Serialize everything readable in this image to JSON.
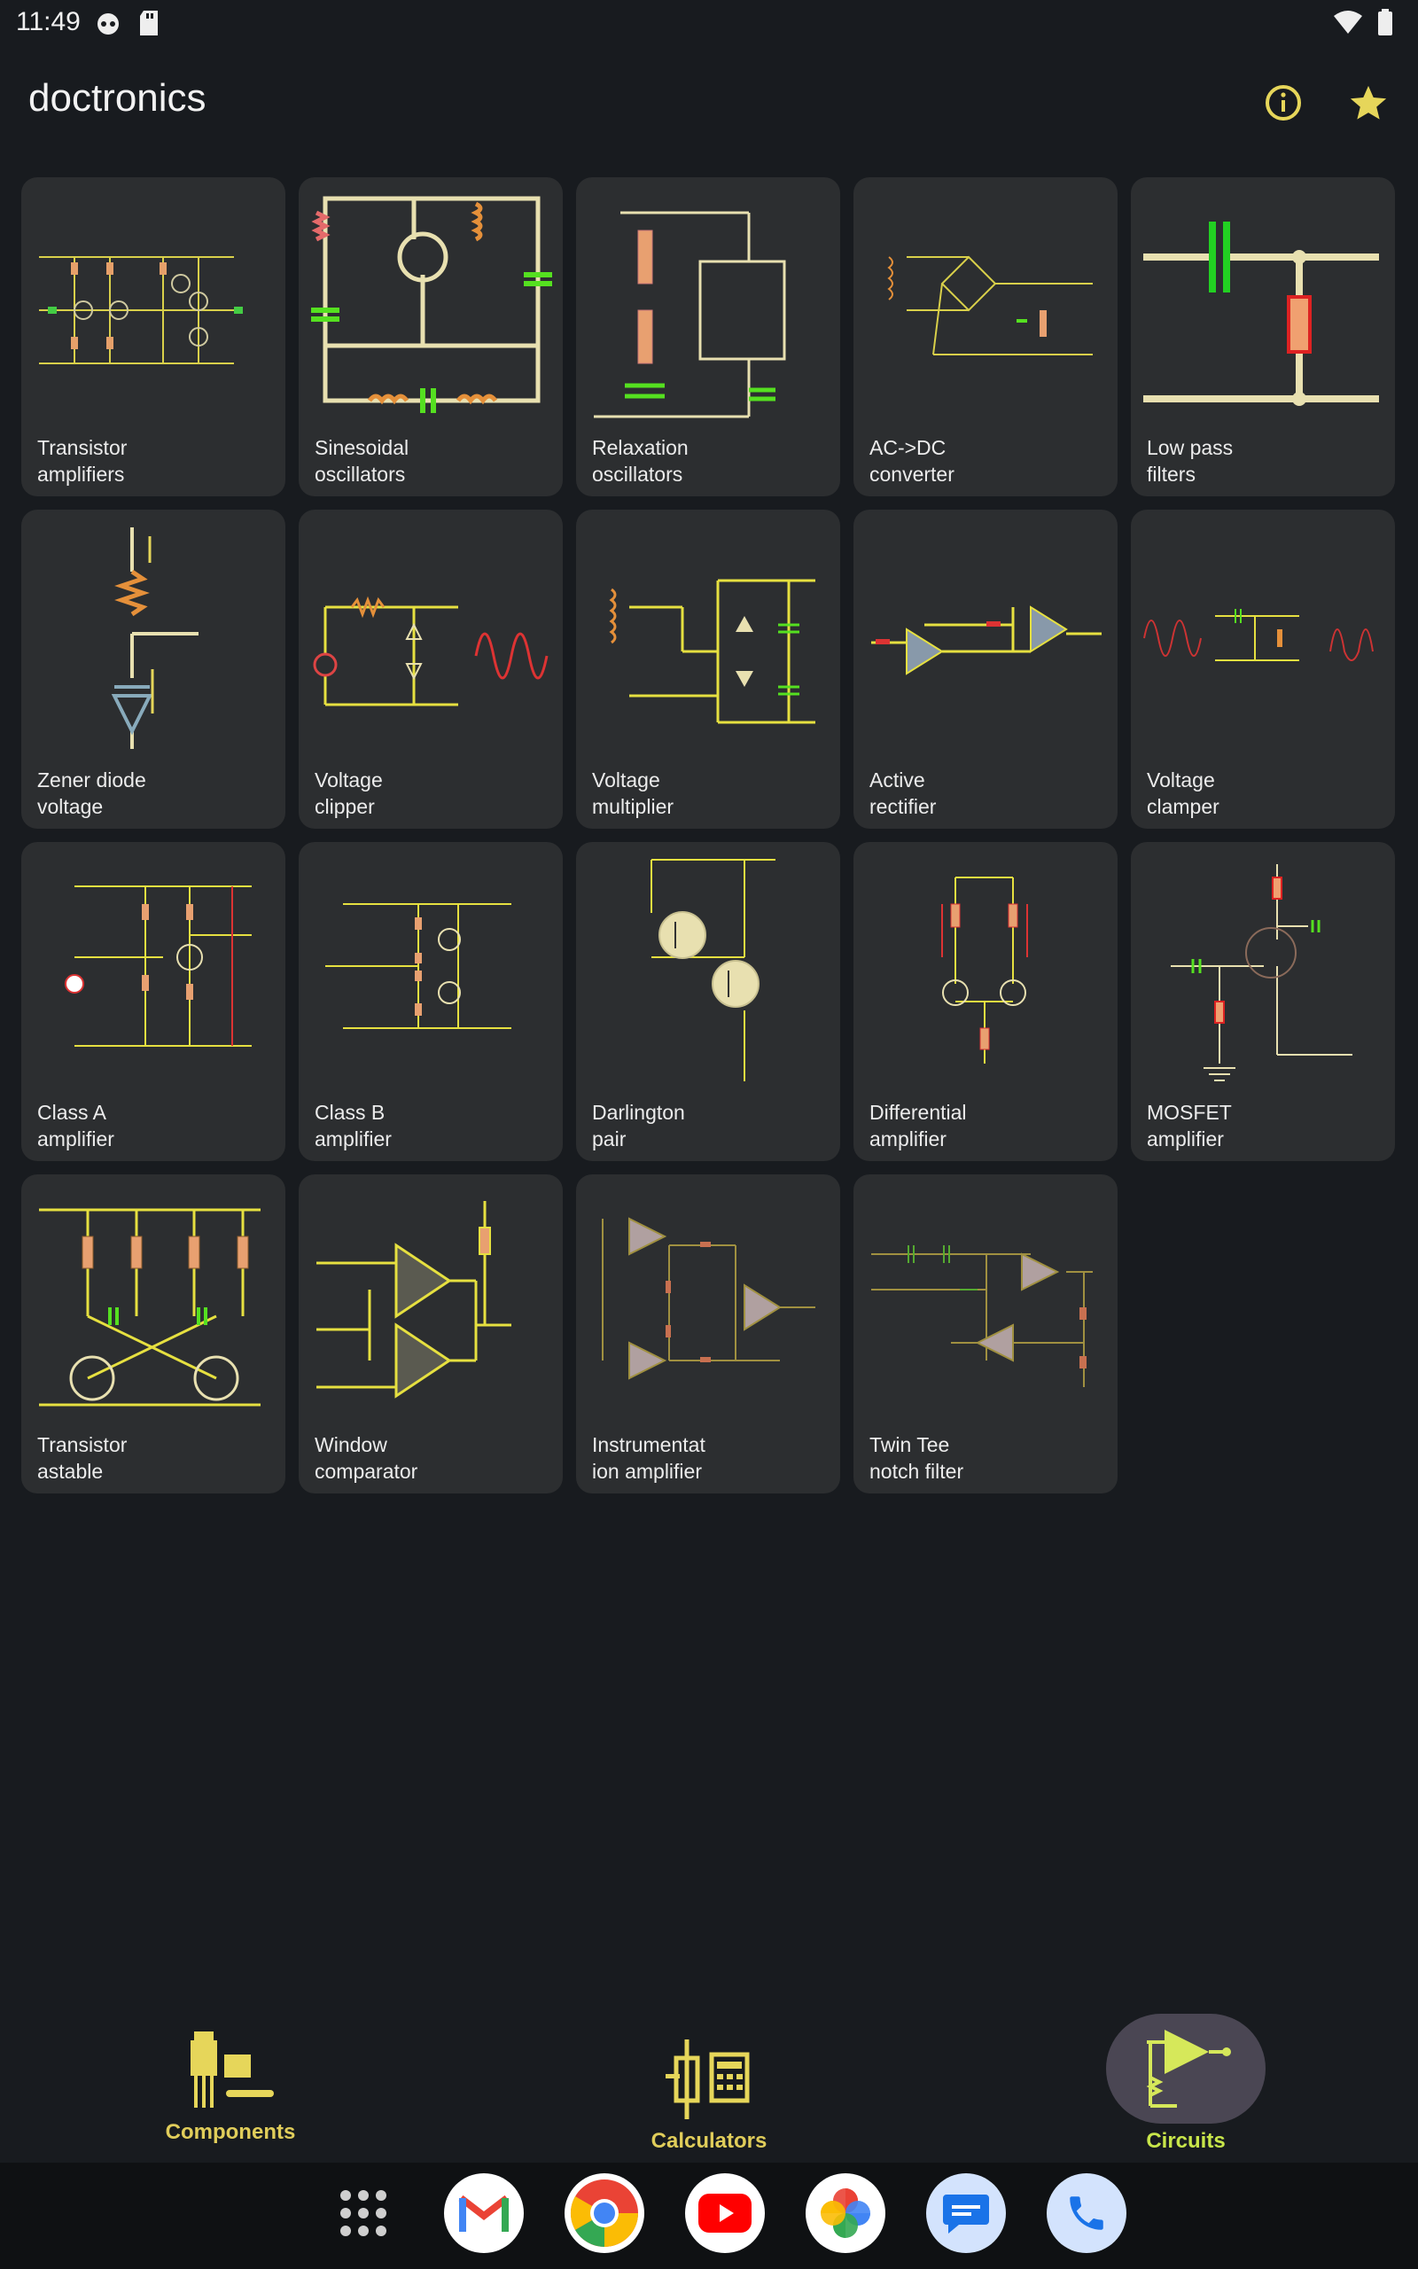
{
  "status": {
    "time": "11:49"
  },
  "app": {
    "title": "doctronics"
  },
  "tiles": [
    {
      "label": "Transistor\namplifiers"
    },
    {
      "label": "Sinesoidal\noscillators"
    },
    {
      "label": "Relaxation\noscillators"
    },
    {
      "label": "AC->DC\nconverter"
    },
    {
      "label": "Low pass\nfilters"
    },
    {
      "label": "Zener diode\nvoltage"
    },
    {
      "label": "Voltage\nclipper"
    },
    {
      "label": "Voltage\nmultiplier"
    },
    {
      "label": "Active\nrectifier"
    },
    {
      "label": "Voltage\nclamper"
    },
    {
      "label": "Class A\namplifier"
    },
    {
      "label": "Class B\namplifier"
    },
    {
      "label": "Darlington\npair"
    },
    {
      "label": "Differential\namplifier"
    },
    {
      "label": "MOSFET\namplifier"
    },
    {
      "label": "Transistor\nastable"
    },
    {
      "label": "Window\ncomparator"
    },
    {
      "label": "Instrumentat\nion amplifier"
    },
    {
      "label": "Twin Tee\nnotch filter"
    }
  ],
  "nav": {
    "components": "Components",
    "calculators": "Calculators",
    "circuits": "Circuits"
  },
  "colors": {
    "accent": "#e0cd5a",
    "active": "#d6e85a",
    "tile": "#2c2e30",
    "background": "#181b1f"
  },
  "dock": [
    "apps-grid-icon",
    "gmail-icon",
    "chrome-icon",
    "youtube-icon",
    "photos-icon",
    "messages-icon",
    "phone-icon"
  ]
}
